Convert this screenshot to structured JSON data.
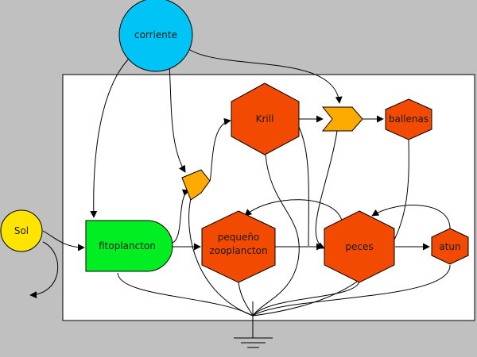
{
  "colors": {
    "background": "#c0c0c0",
    "system_box": "#ffffff",
    "source": "#ffe400",
    "current": "#00c4f5",
    "producer": "#00ee22",
    "consumer": "#f24a00",
    "interaction": "#ffaa00"
  },
  "sources": {
    "sun": "Sol",
    "current": "corriente"
  },
  "producers": {
    "phytoplankton": "fitoplancton"
  },
  "consumers": {
    "krill": "Krill",
    "small_zooplankton_line1": "pequeño",
    "small_zooplankton_line2": "zooplancton",
    "fish": "peces",
    "tuna": "atun",
    "whales": "ballenas"
  }
}
